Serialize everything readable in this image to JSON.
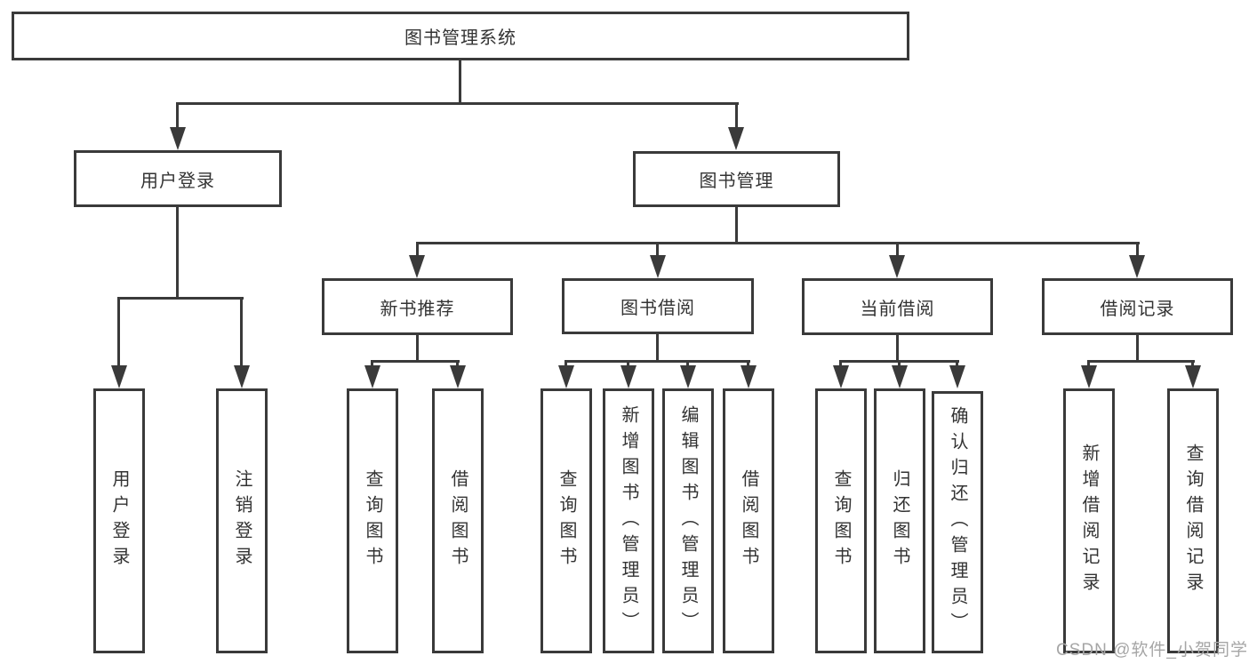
{
  "diagram": {
    "root": {
      "label": "图书管理系统"
    },
    "branches": {
      "user_login": {
        "label": "用户登录"
      },
      "book_mgmt": {
        "label": "图书管理"
      }
    },
    "modules": {
      "new_book": {
        "label": "新书推荐"
      },
      "book_borrow": {
        "label": "图书借阅"
      },
      "current_borrow": {
        "label": "当前借阅"
      },
      "borrow_record": {
        "label": "借阅记录"
      }
    },
    "functions": {
      "user_login": {
        "label": "用户登录"
      },
      "logout": {
        "label": "注销登录"
      },
      "nb_query_book": {
        "label": "查询图书"
      },
      "nb_borrow_book": {
        "label": "借阅图书"
      },
      "bb_query_book": {
        "label": "查询图书"
      },
      "bb_add_book": {
        "label": "新增图书（管理员）"
      },
      "bb_edit_book": {
        "label": "编辑图书（管理员）"
      },
      "bb_borrow_book": {
        "label": "借阅图书"
      },
      "cb_query_book": {
        "label": "查询图书"
      },
      "cb_return_book": {
        "label": "归还图书"
      },
      "cb_confirm_return": {
        "label": "确认归还（管理员）"
      },
      "br_add_record": {
        "label": "新增借阅记录"
      },
      "br_query_record": {
        "label": "查询借阅记录"
      }
    },
    "watermark": "CSDN @软件_小贺同学",
    "colors": {
      "line": "#3a3a3a",
      "text": "#333333",
      "watermark": "#a6a6a6",
      "background": "#ffffff"
    }
  }
}
